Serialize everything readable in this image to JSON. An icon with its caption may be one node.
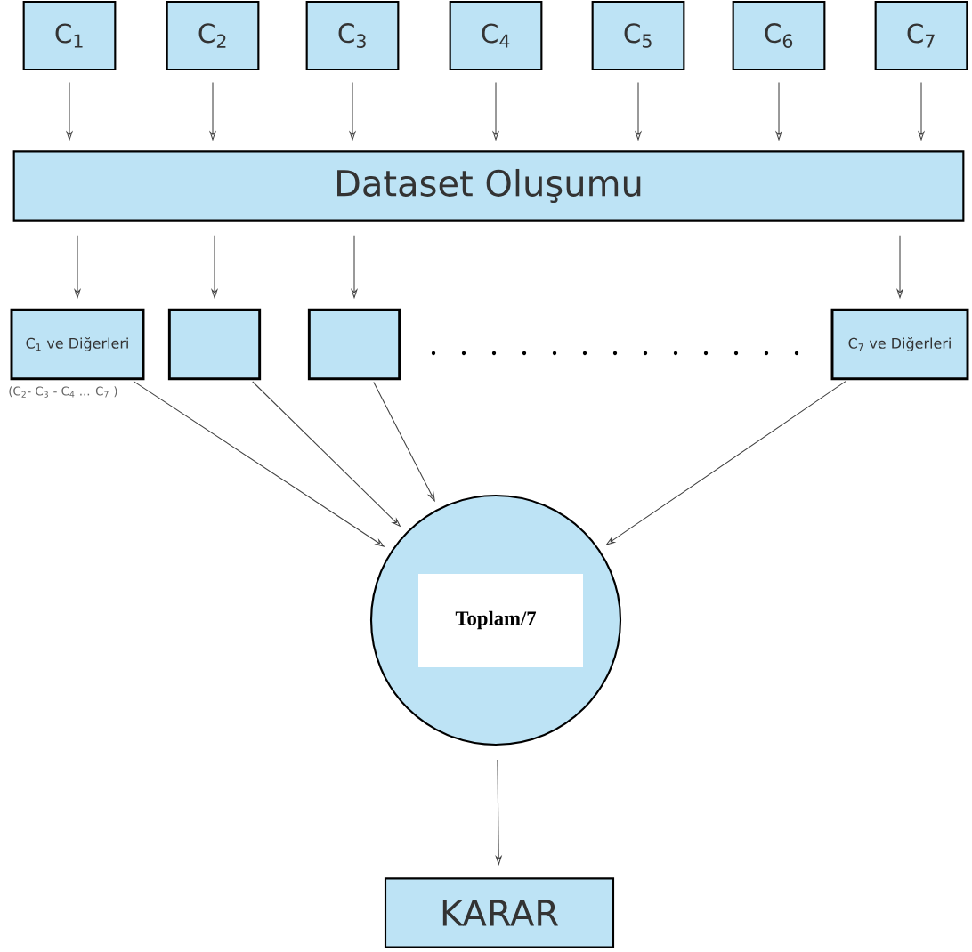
{
  "diagram": {
    "nodes": [
      {
        "text": [
          "C$_{1}$"
        ]
      },
      {
        "text": [
          "C$_{2}$"
        ]
      },
      {
        "text": [
          "C$_{3}$"
        ]
      },
      {
        "text": [
          "C$_{4}$"
        ]
      },
      {
        "text": [
          "C$_{5}$"
        ]
      },
      {
        "text": [
          "C$_{6}$"
        ]
      },
      {
        "text": [
          "C$_{7}$"
        ]
      },
      {
        "text": [
          "Dataset  Oluşumu"
        ]
      },
      {
        "text": [
          "C$_{1}$ ve Diğerleri"
        ],
        "beside": [
          "(C$_{2}$- C$_{3}$ - C$_{4}$ ... C$_{7}$ )"
        ]
      },
      {
        "text": [],
        "shape": "box"
      },
      {
        "text": [],
        "shape": "box"
      },
      {
        "text": [
          "C$_{7}$ ve Diğerleri"
        ]
      },
      {
        "text": [
          "Toplam/7"
        ]
      },
      {
        "text": [
          "KARAR"
        ]
      }
    ],
    "edges": [
      {
        "from": 0,
        "to": 7,
        "arrow": "to"
      },
      {
        "from": 1,
        "to": 7,
        "arrow": "to"
      },
      {
        "from": 2,
        "to": 7,
        "arrow": "to"
      },
      {
        "from": 3,
        "to": 7,
        "arrow": "to"
      },
      {
        "from": 4,
        "to": 7,
        "arrow": "to"
      },
      {
        "from": 5,
        "to": 7,
        "arrow": "to"
      },
      {
        "from": 6,
        "to": 7,
        "arrow": "to"
      },
      {
        "from": 7,
        "to": 8,
        "arrow": "to"
      },
      {
        "from": 7,
        "to": 9,
        "arrow": "to"
      },
      {
        "from": 7,
        "to": 10,
        "arrow": "to"
      },
      {
        "from": 7,
        "to": 11,
        "arrow": "to"
      },
      {
        "from": 8,
        "to": 12,
        "arrow": "to"
      },
      {
        "from": 9,
        "to": 12,
        "arrow": "to"
      },
      {
        "from": 10,
        "to": 12,
        "arrow": "to"
      },
      {
        "from": 11,
        "to": 12,
        "arrow": "to"
      },
      {
        "from": 12,
        "to": 13,
        "arrow": "to"
      }
    ]
  }
}
